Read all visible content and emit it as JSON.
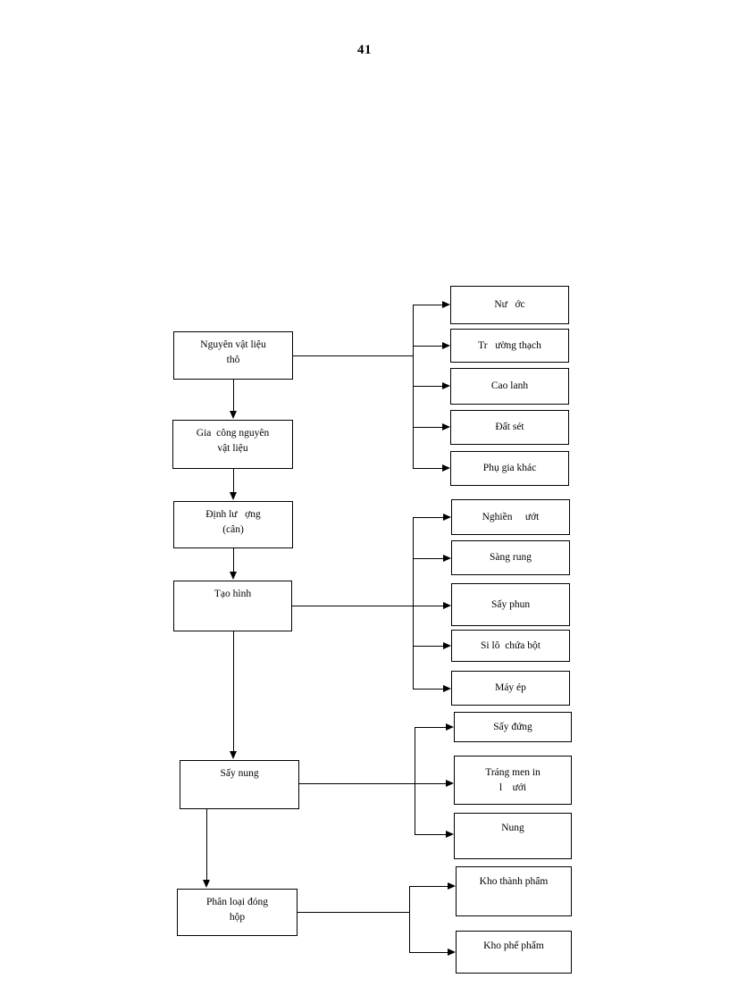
{
  "page": {
    "number": "41"
  },
  "chart_data": {
    "type": "diagram",
    "title": "",
    "diagram_kind": "process-flowchart",
    "orientation": "vertical-main-chain-with-right-branches",
    "main_chain": [
      {
        "id": "raw-material",
        "lines": [
          "Nguyên vật liệu",
          "thô"
        ]
      },
      {
        "id": "material-process",
        "lines": [
          "Gia  công nguyên",
          "vật liệu"
        ]
      },
      {
        "id": "dosing",
        "lines": [
          "Định lư   ợng",
          "(cân)"
        ]
      },
      {
        "id": "forming",
        "lines": [
          "Tạo hình"
        ]
      },
      {
        "id": "drying-firing",
        "lines": [
          "Sấy nung"
        ]
      },
      {
        "id": "sorting-packing",
        "lines": [
          "Phân loại đóng",
          "hộp"
        ]
      }
    ],
    "branch_groups": [
      {
        "from": "raw-material",
        "items": [
          {
            "id": "water",
            "lines": [
              "Nư   ớc"
            ]
          },
          {
            "id": "feldspar",
            "lines": [
              "Tr   ường thạch"
            ]
          },
          {
            "id": "kaolin",
            "lines": [
              "Cao lanh"
            ]
          },
          {
            "id": "clay",
            "lines": [
              "Đất sét"
            ]
          },
          {
            "id": "additives",
            "lines": [
              "Phụ gia khác"
            ]
          }
        ]
      },
      {
        "from": "forming",
        "items": [
          {
            "id": "wet-milling",
            "lines": [
              "Nghiền     ướt"
            ]
          },
          {
            "id": "sieving",
            "lines": [
              "Sàng rung"
            ]
          },
          {
            "id": "spray-dry",
            "lines": [
              "Sấy phun"
            ]
          },
          {
            "id": "silo",
            "lines": [
              "Si lô  chứa bột"
            ]
          },
          {
            "id": "press",
            "lines": [
              "Máy ép"
            ]
          }
        ]
      },
      {
        "from": "drying-firing",
        "items": [
          {
            "id": "vertical-dry",
            "lines": [
              "Sấy đứng"
            ]
          },
          {
            "id": "glazing",
            "lines": [
              "Tráng men in",
              "l    ưới"
            ]
          },
          {
            "id": "kiln",
            "lines": [
              "Nung"
            ]
          }
        ]
      },
      {
        "from": "sorting-packing",
        "items": [
          {
            "id": "finished-warehouse",
            "lines": [
              "Kho thành phẩm"
            ]
          },
          {
            "id": "reject-warehouse",
            "lines": [
              "Kho phế phẩm"
            ]
          }
        ]
      }
    ]
  },
  "colors": {
    "stroke": "#000000",
    "fill": "#ffffff",
    "text": "#000000"
  }
}
